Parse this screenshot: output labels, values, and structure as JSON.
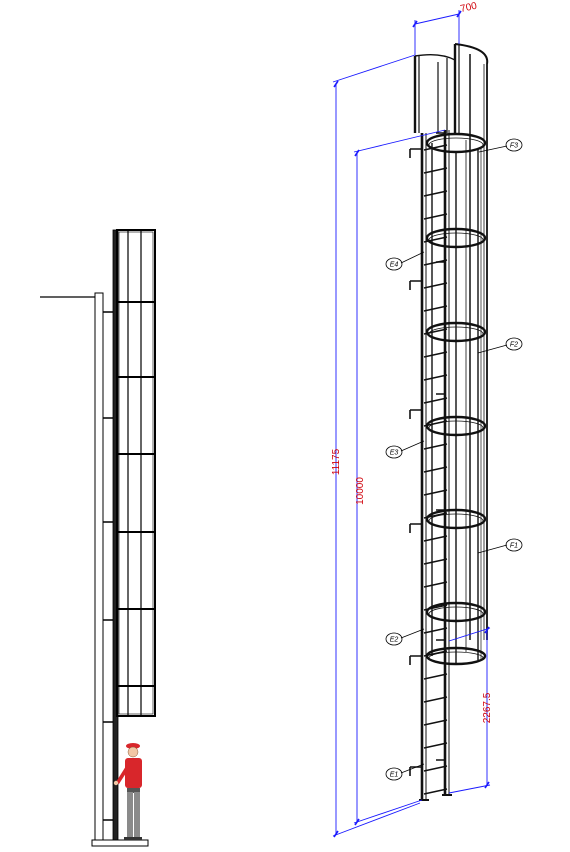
{
  "dimensions": {
    "width_top": "700",
    "total_height": "11175",
    "cage_height": "10000",
    "cage_start": "2267.5"
  },
  "tags": {
    "f3": "F3",
    "f2": "F2",
    "f1": "F1",
    "e4": "E4",
    "e3": "E3",
    "e2": "E2",
    "e1": "E1"
  },
  "colors": {
    "dimension_line": "#1a1aff",
    "dimension_text": "#d0000a",
    "steel": "#1a1a1a",
    "person_shirt": "#d8262b",
    "person_pants": "#8a8a8a"
  }
}
